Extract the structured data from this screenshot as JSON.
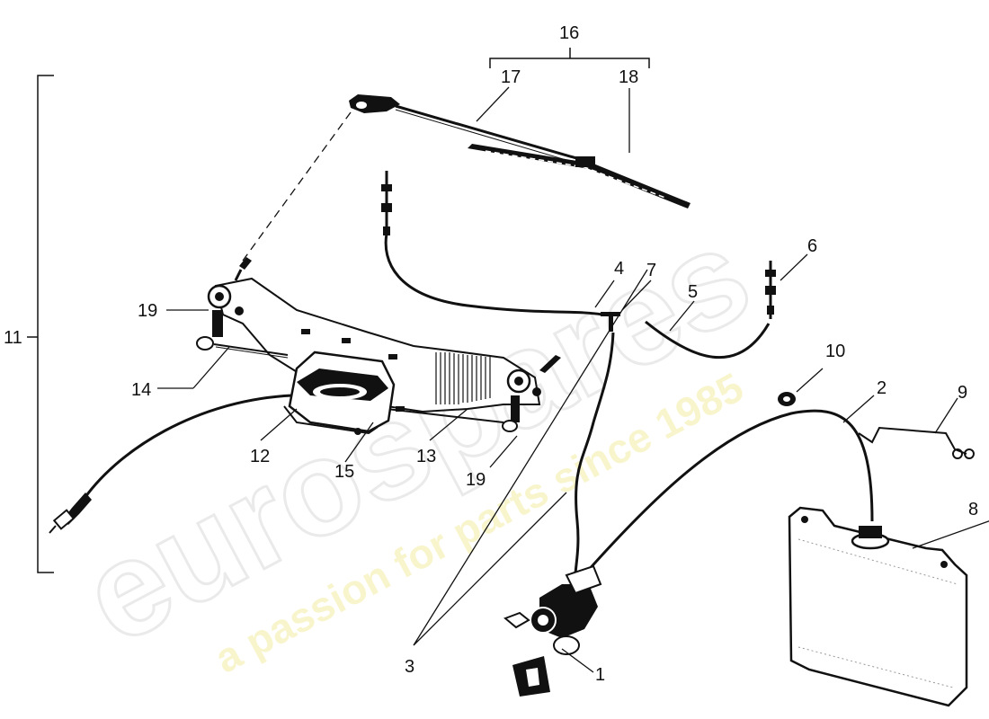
{
  "diagram": {
    "callouts": {
      "c1": "1",
      "c2": "2",
      "c3": "3",
      "c4": "4",
      "c5": "5",
      "c6": "6",
      "c7": "7",
      "c8": "8",
      "c9": "9",
      "c10": "10",
      "c11": "11",
      "c12": "12",
      "c13": "13",
      "c14": "14",
      "c15": "15",
      "c16": "16",
      "c17": "17",
      "c18": "18",
      "c19a": "19",
      "c19b": "19"
    }
  },
  "watermark": {
    "brand": "eurospares",
    "tagline": "a passion for parts since 1985",
    "brand_color": "#d9d9d9",
    "tagline_color": "#f3eda6"
  }
}
